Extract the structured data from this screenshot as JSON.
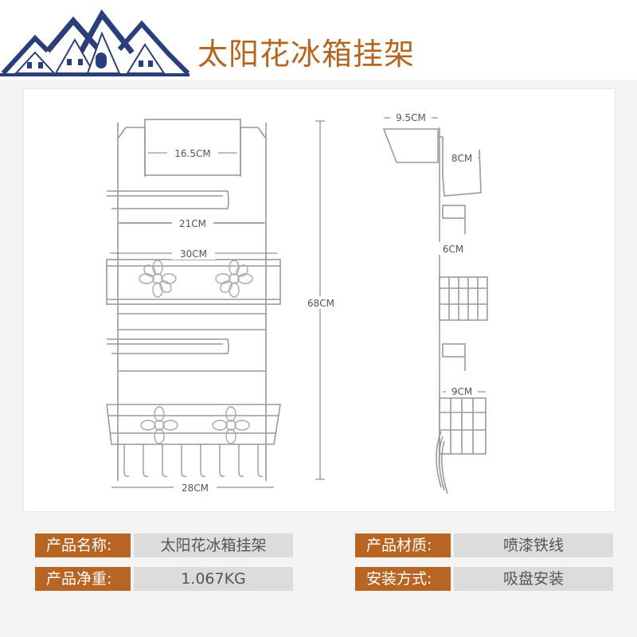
{
  "header": {
    "title": "太阳花冰箱挂架"
  },
  "dimensions": {
    "front": {
      "top_width": "16.5CM",
      "towel_width": "21CM",
      "upper_basket_width": "30CM",
      "height": "68CM",
      "lower_basket_width": "28CM"
    },
    "side": {
      "top_depth": "9.5CM",
      "hook_depth": "8CM",
      "rail_depth": "6CM",
      "basket_depth": "9CM"
    }
  },
  "specs": [
    {
      "label": "产品名称:",
      "value": "太阳花冰箱挂架"
    },
    {
      "label": "产品材质:",
      "value": "喷漆铁线"
    },
    {
      "label": "产品净重:",
      "value": "1.067KG"
    },
    {
      "label": "安装方式:",
      "value": "吸盘安装"
    }
  ],
  "colors": {
    "accent": "#b86422",
    "title": "#b5651d",
    "logo": "#2c3e7a"
  }
}
